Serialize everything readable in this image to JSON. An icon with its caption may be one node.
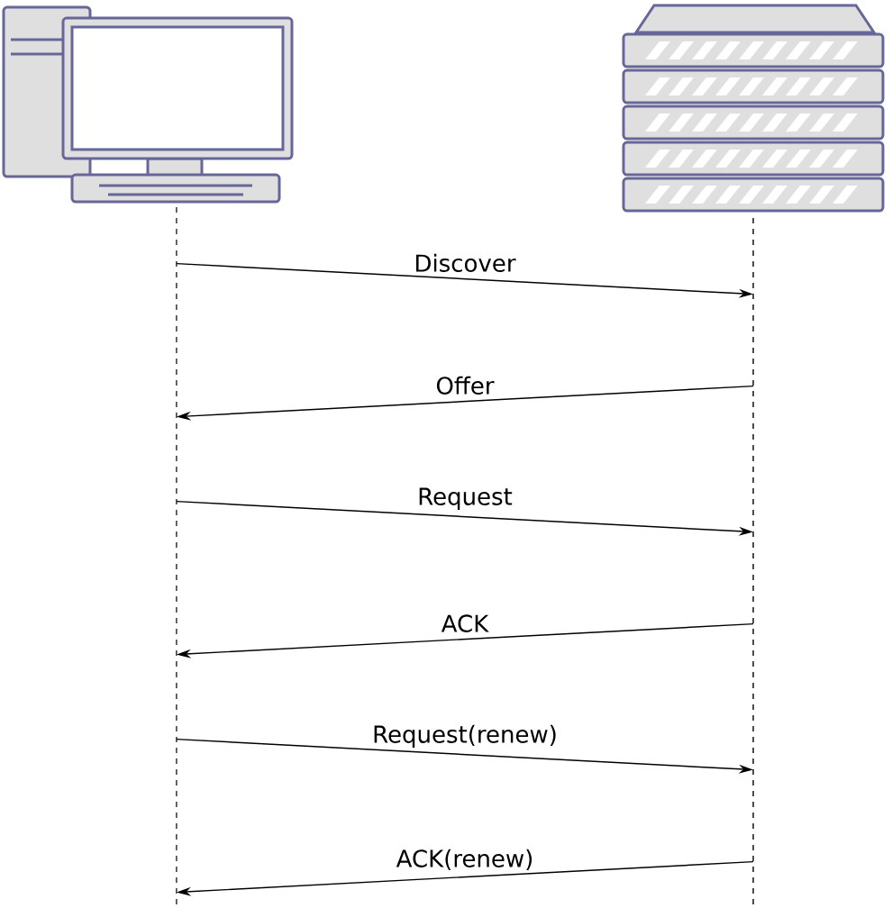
{
  "diagram": {
    "nodes": [
      {
        "text": [],
        "shape": "picture"
      },
      {
        "text": [],
        "shape": "picture"
      }
    ],
    "edges": [
      {
        "from": 0,
        "to": 1,
        "arrow": "to",
        "label": "Discover"
      },
      {
        "from": 1,
        "to": 0,
        "arrow": "to",
        "label": "Offer"
      },
      {
        "from": 0,
        "to": 1,
        "arrow": "to",
        "label": "Request"
      },
      {
        "from": 1,
        "to": 0,
        "arrow": "to",
        "label": "ACK"
      },
      {
        "from": 0,
        "to": 1,
        "arrow": "to",
        "label": "Request(renew)"
      },
      {
        "from": 1,
        "to": 0,
        "arrow": "to",
        "label": "ACK(renew)"
      }
    ]
  }
}
